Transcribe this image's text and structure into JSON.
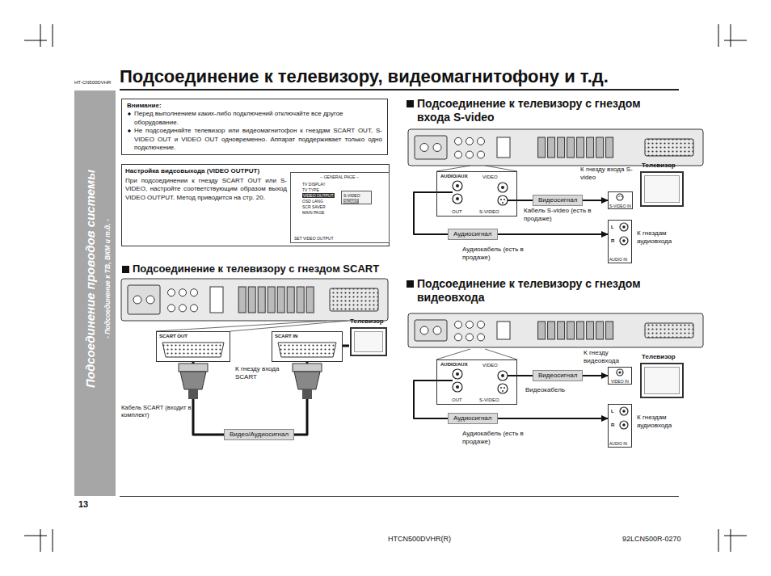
{
  "diagram": {
    "title": "Подсоединение к телевизору, видеомагнитофону и т.д.",
    "nodes": [
      {
        "text": [
          "Внимание:",
          "Перед выполнением каких-либо подключений отключайте все другое оборудование.",
          "Не подсоединяйте телевизор или видеомагнитофон к гнездам SCART OUT, S-VIDEO OUT и VIDEO OUT одновременно. Аппарат поддерживает только одно подключение."
        ]
      },
      {
        "text": [
          "Настройка видеовыхода (VIDEO OUTPUT)",
          "При подсоединении к гнезду SCART OUT или S-VIDEO, настройте соответствующим образом выход VIDEO OUTPUT. Метод приводится на стр. 20."
        ]
      },
      {
        "text": [
          "-- GENERAL PAGE --",
          "TV DISPLAY",
          "TV TYPE",
          "VIDEO OUTPUT",
          "OSD LANG",
          "SCR SAVER",
          "MAIN PAGE",
          "SET VIDEO OUTPUT"
        ],
        "in": 1
      },
      {
        "text": [
          "S-VIDEO",
          "SCART"
        ],
        "in": 2
      },
      {
        "text": [
          "SCART OUT"
        ]
      },
      {
        "text": [
          "SCART IN"
        ]
      },
      {
        "text": [
          "Телевизор"
        ]
      },
      {
        "text": [
          "AUDIO/AUX",
          "OUT",
          "VIDEO",
          "S-VIDEO"
        ]
      },
      {
        "text": [
          "Телевизор"
        ]
      },
      {
        "text": [
          "S-VIDEO IN"
        ]
      },
      {
        "text": [
          "L",
          "R",
          "AUDIO IN"
        ]
      },
      {
        "text": [
          "AUDIO/AUX",
          "OUT",
          "VIDEO",
          "S-VIDEO"
        ]
      },
      {
        "text": [
          "Телевизор"
        ]
      },
      {
        "text": [
          "VIDEO IN"
        ]
      },
      {
        "text": [
          "L",
          "R",
          "AUDIO IN"
        ]
      }
    ],
    "edges": [
      {
        "from": 4,
        "to": 5,
        "arrow": "none",
        "label": "Видео/Аудиосигнал"
      },
      {
        "from": 5,
        "to": 6,
        "arrow": "none"
      },
      {
        "from": 7,
        "to": 9,
        "arrow": "to",
        "label": "Видеосигнал"
      },
      {
        "from": 7,
        "to": 10,
        "arrow": "to",
        "label": "Аудиосигнал"
      },
      {
        "from": 11,
        "to": 13,
        "arrow": "to",
        "label": "Видеосигнал"
      },
      {
        "from": 11,
        "to": 14,
        "arrow": "to",
        "label": "Аудиосигнал"
      }
    ],
    "labels": [
      "HT-CN500DVHR",
      "Подсоединение проводов системы",
      "- Подсоединение к ТВ, ВКМ и т.д. -",
      "13",
      "HTCN500DVHR(R)",
      "92LCN500R-0270",
      "Подсоединение к телевизору с гнездом SCART",
      "К гнезду входа SCART",
      "Кабель SCART (входит в комплект)",
      "Подсоединение к телевизору с гнездом входа S-video",
      "К гнезду входа S-video",
      "Кабель S-video (есть в продаже)",
      "Аудиокабель (есть в продаже)",
      "К гнездам аудиовхода",
      "Подсоединение к телевизору с гнездом видеовхода",
      "К гнезду видеовхода",
      "Видеокабель",
      "Аудиокабель (есть в продаже)",
      "К гнездам аудиовхода"
    ]
  }
}
